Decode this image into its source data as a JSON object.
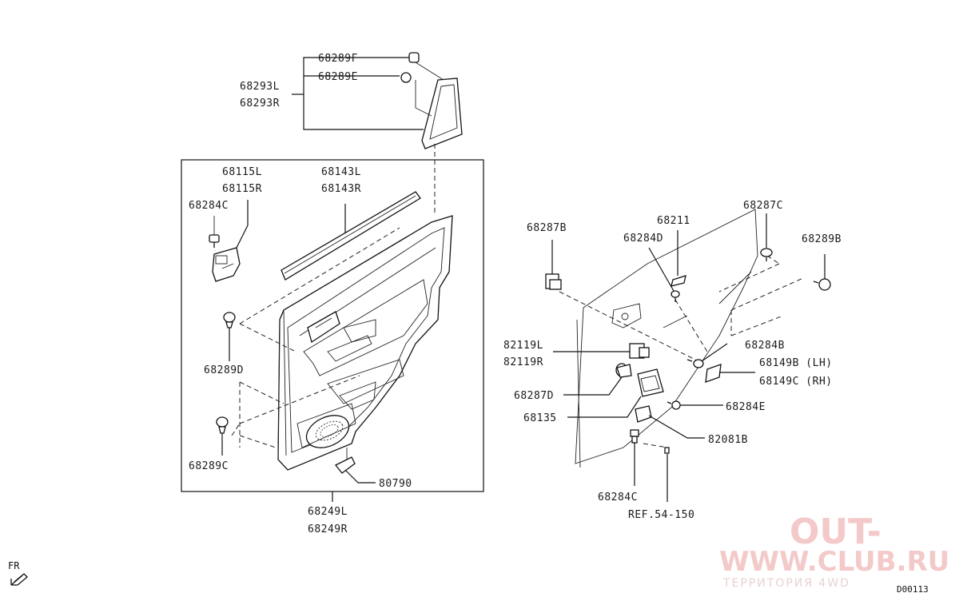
{
  "labels": {
    "p68289F": "68289F",
    "p68289E": "68289E",
    "p68293L": "68293L",
    "p68293R": "68293R",
    "p68115L": "68115L",
    "p68115R": "68115R",
    "p68143L": "68143L",
    "p68143R": "68143R",
    "p68284C_a": "68284C",
    "p68289D": "68289D",
    "p68289C": "68289C",
    "p80790": "80790",
    "p68249L": "68249L",
    "p68249R": "68249R",
    "p68287B": "68287B",
    "p68211": "68211",
    "p68284D": "68284D",
    "p68287C": "68287C",
    "p68289B": "68289B",
    "p82119L": "82119L",
    "p82119R": "82119R",
    "p68284B": "68284B",
    "p68149B": "68149B (LH)",
    "p68149C": "68149C (RH)",
    "p68287D": "68287D",
    "p68135": "68135",
    "p68284E": "68284E",
    "p82081B": "82081B",
    "p68284C_b": "68284C",
    "ref": "REF.54-150"
  },
  "orientation": "FR",
  "diagram_code": "D00113",
  "watermark": {
    "line1": "OUT-",
    "line2": "WWW.CLUB.RU",
    "line3": "ТЕРРИТОРИЯ 4WD"
  }
}
